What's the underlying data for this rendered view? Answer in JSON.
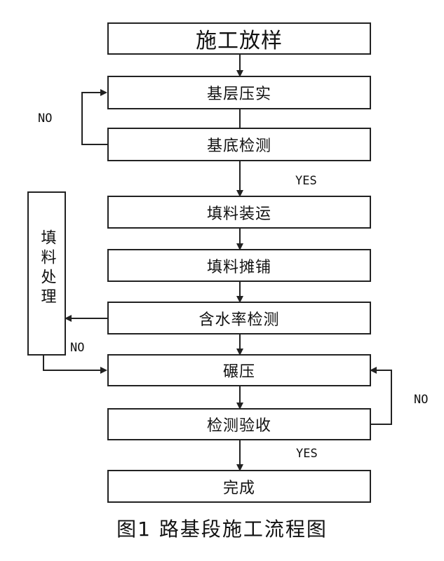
{
  "steps": {
    "layout": "施工放样",
    "compact_base": "基层压实",
    "base_check": "基底检测",
    "fill_load": "填料装运",
    "fill_spread": "填料摊铺",
    "moisture_check": "含水率检测",
    "rolling": "碾压",
    "inspection": "检测验收",
    "done": "完成"
  },
  "side_step": "填料处理",
  "labels": {
    "no_base": "NO",
    "yes_base": "YES",
    "no_moisture": "NO",
    "no_inspection": "NO",
    "yes_inspection": "YES"
  },
  "caption": "图1   路基段施工流程图"
}
